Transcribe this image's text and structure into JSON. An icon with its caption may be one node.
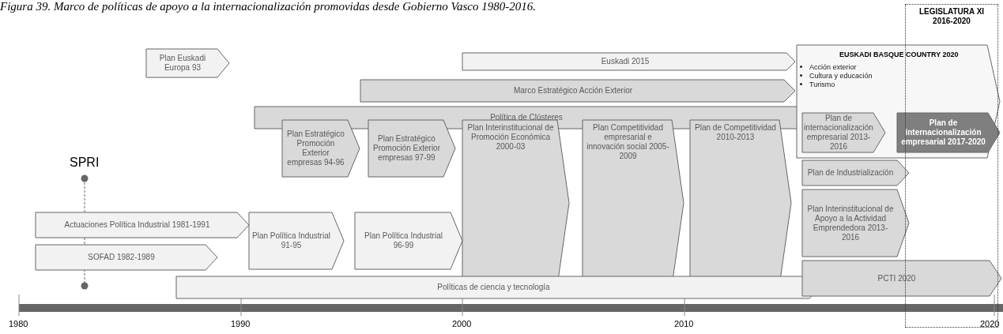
{
  "diagram": {
    "title": "Figura 39. Marco de políticas de apoyo a la internacionalización promovidas desde Gobierno Vasco 1980-2016.",
    "nodes": [
      {
        "text": [
          "Plan Euskadi Europa 93"
        ]
      },
      {
        "text": [
          "Euskadi 2015"
        ]
      },
      {
        "text": [
          "Marco Estratégico Acción Exterior"
        ]
      },
      {
        "text": [
          "Política de Clústeres"
        ]
      },
      {
        "text": [
          "Plan Estratégico Promoción Exterior empresas 94-96"
        ]
      },
      {
        "text": [
          "Plan Estratégico Promoción Exterior empresas 97-99"
        ]
      },
      {
        "text": [
          "Plan Interinstitucional de Promoción Económica 2000-03"
        ]
      },
      {
        "text": [
          "Plan Competitividad empresarial e innovación social 2005-2009"
        ]
      },
      {
        "text": [
          "Plan de Competitividad 2010-2013"
        ]
      },
      {
        "text": [
          "EUSKADI BASQUE COUNTRY 2020",
          "Acción exterior",
          "Cultura y educación",
          "Turismo"
        ]
      },
      {
        "text": [
          "Plan de internacionalización empresarial 2013-2016"
        ],
        "in": 9
      },
      {
        "text": [
          "Plan de internacionalización empresarial 2017-2020"
        ],
        "in": 9
      },
      {
        "text": [
          "LEGISLATURA XI 2016-2020"
        ]
      },
      {
        "text": [
          "Plan de Industrialización"
        ]
      },
      {
        "text": [
          "Plan Interinstitucional de Apoyo a la Actividad Emprendedora 2013-2016"
        ]
      },
      {
        "text": [
          "Actuaciones Política Industrial 1981-1991"
        ]
      },
      {
        "text": [
          "SOFAD 1982-1989"
        ]
      },
      {
        "text": [
          "Plan Política Industrial 91-95"
        ]
      },
      {
        "text": [
          "Plan Política Industrial 96-99"
        ]
      },
      {
        "text": [
          "Políticas de ciencia y tecnología"
        ]
      },
      {
        "text": [
          "PCTI 2020"
        ]
      }
    ],
    "edges": [],
    "labels": [
      "SPRI",
      "1980",
      "1990",
      "2000",
      "2010",
      "2020"
    ]
  }
}
